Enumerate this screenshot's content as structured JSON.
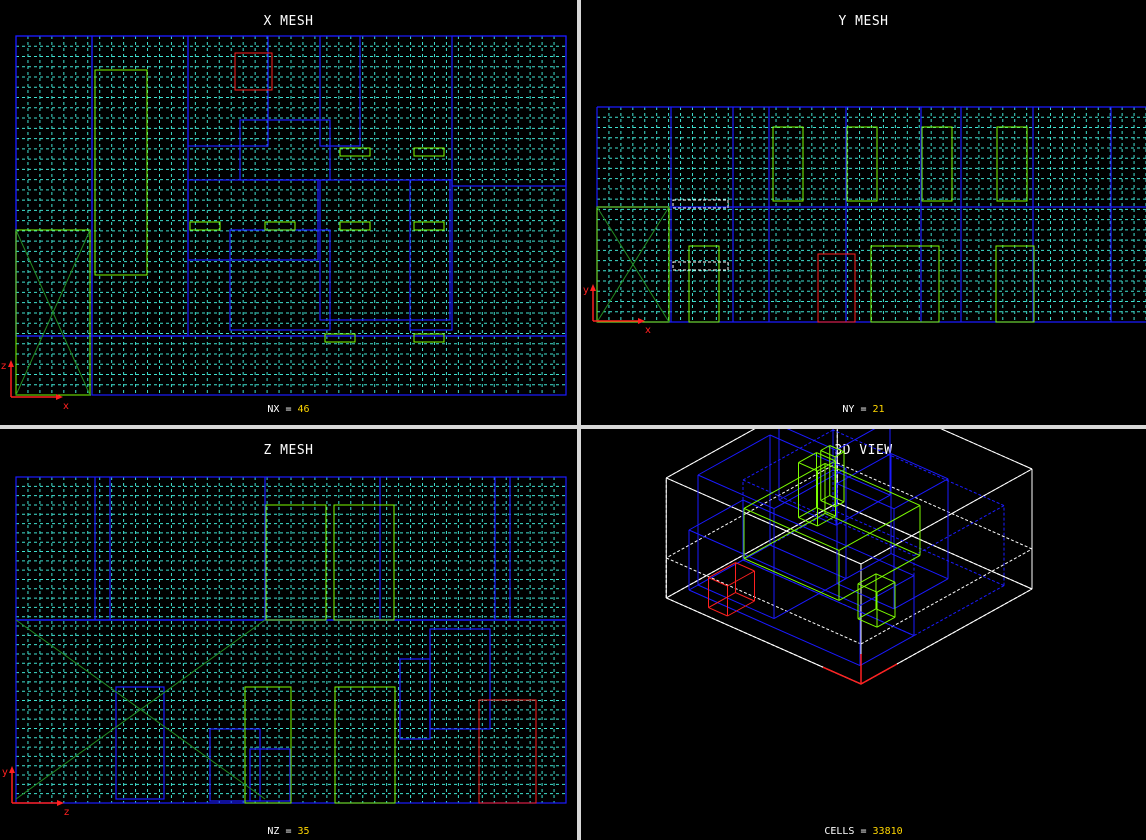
{
  "panels": {
    "x_mesh": {
      "title": "X MESH",
      "count_label": "NX =",
      "count_value": "46"
    },
    "y_mesh": {
      "title": "Y MESH",
      "count_label": "NY =",
      "count_value": "21"
    },
    "z_mesh": {
      "title": "Z MESH",
      "count_label": "NZ =",
      "count_value": "35"
    },
    "view_3d": {
      "title": "3D VIEW",
      "count_label": "CELLS =",
      "count_value": "33810"
    }
  },
  "axes": {
    "x_mesh": {
      "horizontal": "x",
      "vertical": "z"
    },
    "y_mesh": {
      "horizontal": "x",
      "vertical": "y"
    },
    "z_mesh": {
      "horizontal": "z",
      "vertical": "y"
    }
  },
  "colors": {
    "background": "#000000",
    "mesh_lines": "#40e0d0",
    "block_outline": "#1a1aff",
    "obstacle": "#7CFC00",
    "source": "#ff2020",
    "bounding_box": "#ffffff",
    "vent": "#228b22",
    "count_value": "#ffd700"
  }
}
